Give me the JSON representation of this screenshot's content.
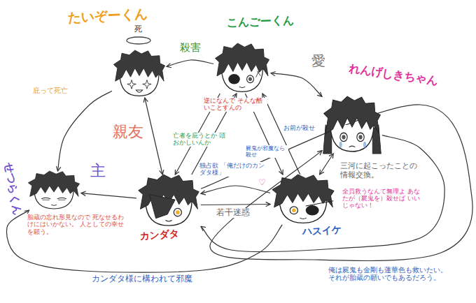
{
  "diagram": {
    "nodes": [
      {
        "text": [
          "たいぞーくん"
        ]
      },
      {
        "text": [
          "こんごーくん"
        ]
      },
      {
        "text": [
          "れんげしきちゃん"
        ]
      },
      {
        "text": [
          "せつらくん"
        ]
      },
      {
        "text": [
          "カンダタ"
        ]
      },
      {
        "text": [
          "ハスイケ"
        ]
      }
    ],
    "edges": [
      {
        "from": 1,
        "to": 0,
        "label": "殺害",
        "arrow": "to"
      },
      {
        "from": 1,
        "to": 2,
        "label": "愛",
        "arrow": "both"
      },
      {
        "from": 0,
        "to": 4,
        "label": "親友",
        "arrow": "both"
      },
      {
        "from": 4,
        "to": 3,
        "label": "主",
        "arrow": "to"
      },
      {
        "from": 0,
        "to": 3,
        "label": "庇って死亡",
        "arrow": "to"
      },
      {
        "from": 1,
        "to": 4,
        "label": "亡者を庇うとか 頭おかしいんか",
        "arrow": "to"
      },
      {
        "from": 4,
        "to": 1,
        "label": "逆になんで そんな酷いことすんの",
        "arrow": "to"
      },
      {
        "from": 5,
        "to": 4,
        "label": "独占欲 「俺だけのカンダタ様」",
        "arrow": "to"
      },
      {
        "from": 4,
        "to": 5,
        "label": "若干迷惑",
        "arrow": "to"
      },
      {
        "from": 5,
        "to": 1,
        "label": "お前が殺せ",
        "arrow": "to"
      },
      {
        "from": 1,
        "to": 5,
        "label": "屍鬼が邪魔なら 殺せ",
        "arrow": "to"
      },
      {
        "from": 2,
        "to": 5,
        "label": "三河に起こったことの 情報交換。",
        "arrow": "both"
      },
      {
        "from": 2,
        "to": 4,
        "label": "全員救うなんて無理よ あなたが（屍鬼を）殺せば いいじゃない！",
        "arrow": "to"
      },
      {
        "from": 4,
        "to": 2,
        "label": "俺は屍鬼も金剛も蓮華色も救いたい。 それが胎蔵の願いでもあるだろう。",
        "arrow": "to"
      },
      {
        "from": 5,
        "to": 3,
        "label": "カンダタ様に構われて邪魔",
        "arrow": "to"
      }
    ],
    "labels": [
      "死",
      "♡",
      "胎蔵の忘れ形見なので 死なせるわけにはいかない。 人としての幸せを願う。"
    ]
  }
}
